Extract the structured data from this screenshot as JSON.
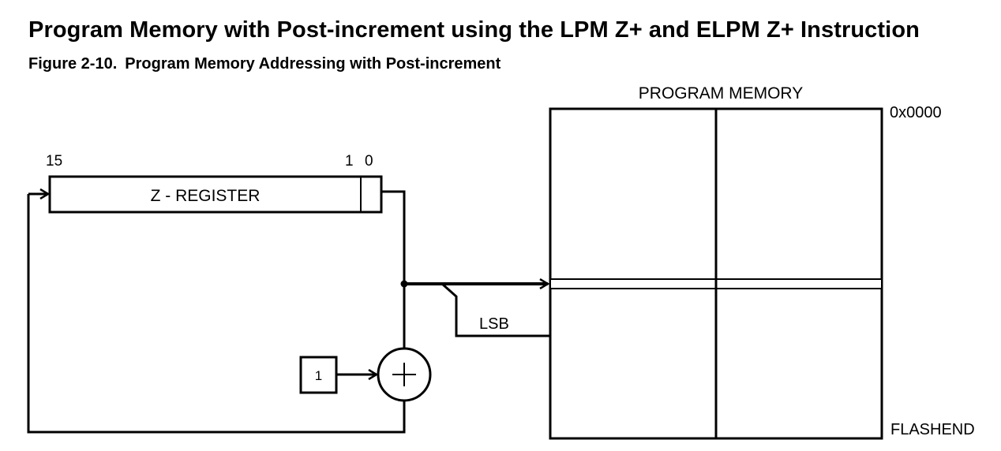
{
  "heading": "Program Memory with Post-increment using the LPM Z+ and ELPM Z+ Instruction",
  "figure": {
    "number": "Figure 2-10.",
    "title": "Program Memory Addressing with Post-increment"
  },
  "diagram": {
    "z_register": {
      "label": "Z - REGISTER",
      "bit_high": "15",
      "bit_one": "1",
      "bit_zero": "0"
    },
    "increment_value": "1",
    "adder_symbol": "+",
    "lsb_label": "LSB",
    "memory": {
      "title": "PROGRAM MEMORY",
      "start_address": "0x0000",
      "end_address": "FLASHEND"
    }
  }
}
